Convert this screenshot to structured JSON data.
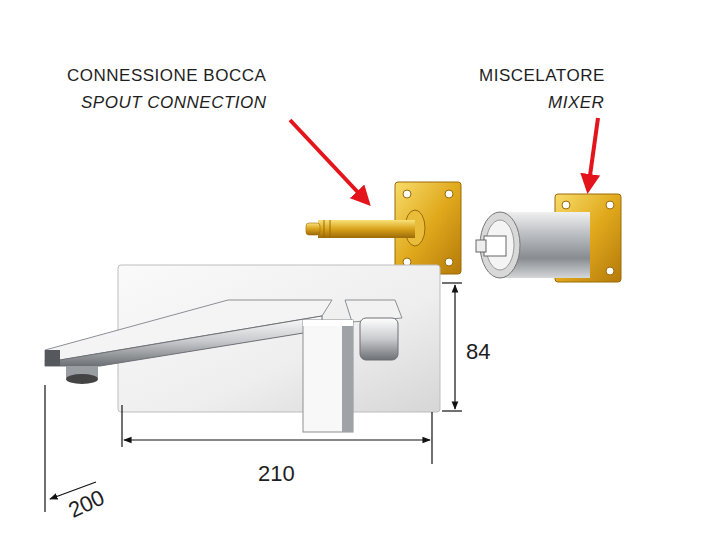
{
  "diagram": {
    "labels": [
      "CONNESSIONE BOCCA",
      "SPOUT CONNECTION",
      "MISCELATORE",
      "MIXER",
      "84",
      "210",
      "200"
    ]
  }
}
